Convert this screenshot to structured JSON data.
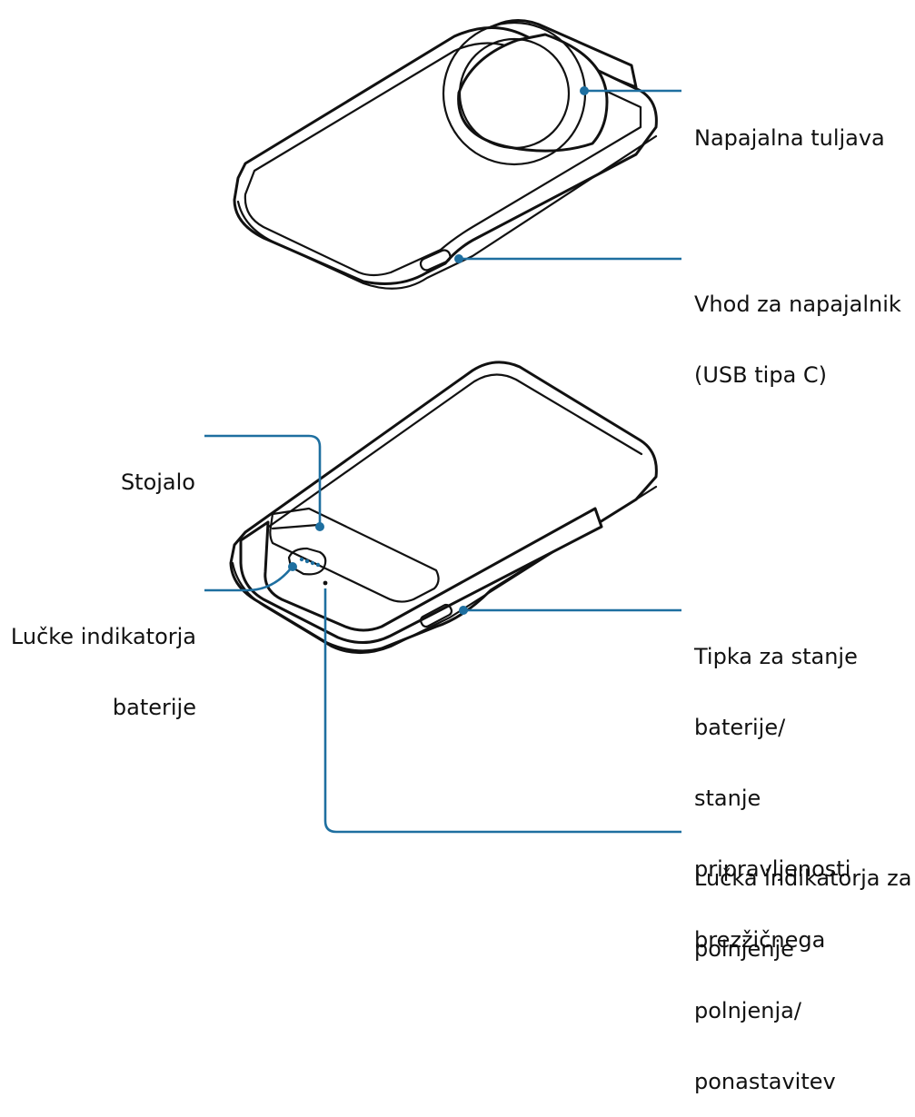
{
  "labels": {
    "charging_coil": [
      "Napajalna tuljava"
    ],
    "charger_port": [
      "Vhod za napajalnik",
      "(USB tipa C)"
    ],
    "stand": [
      "Stojalo"
    ],
    "battery_indicator_lights": [
      "Lučke indikatorja",
      "baterije"
    ],
    "status_button": [
      "Tipka za stanje",
      "baterije/",
      "stanje",
      "pripravljenosti",
      "brezžičnega",
      "polnjenja/",
      "ponastavitev"
    ],
    "charging_indicator_light": [
      "Lučka indikatorja za",
      "polnjenje"
    ]
  },
  "colors": {
    "leader_line": "#1e6fa0",
    "outline": "#111111"
  }
}
